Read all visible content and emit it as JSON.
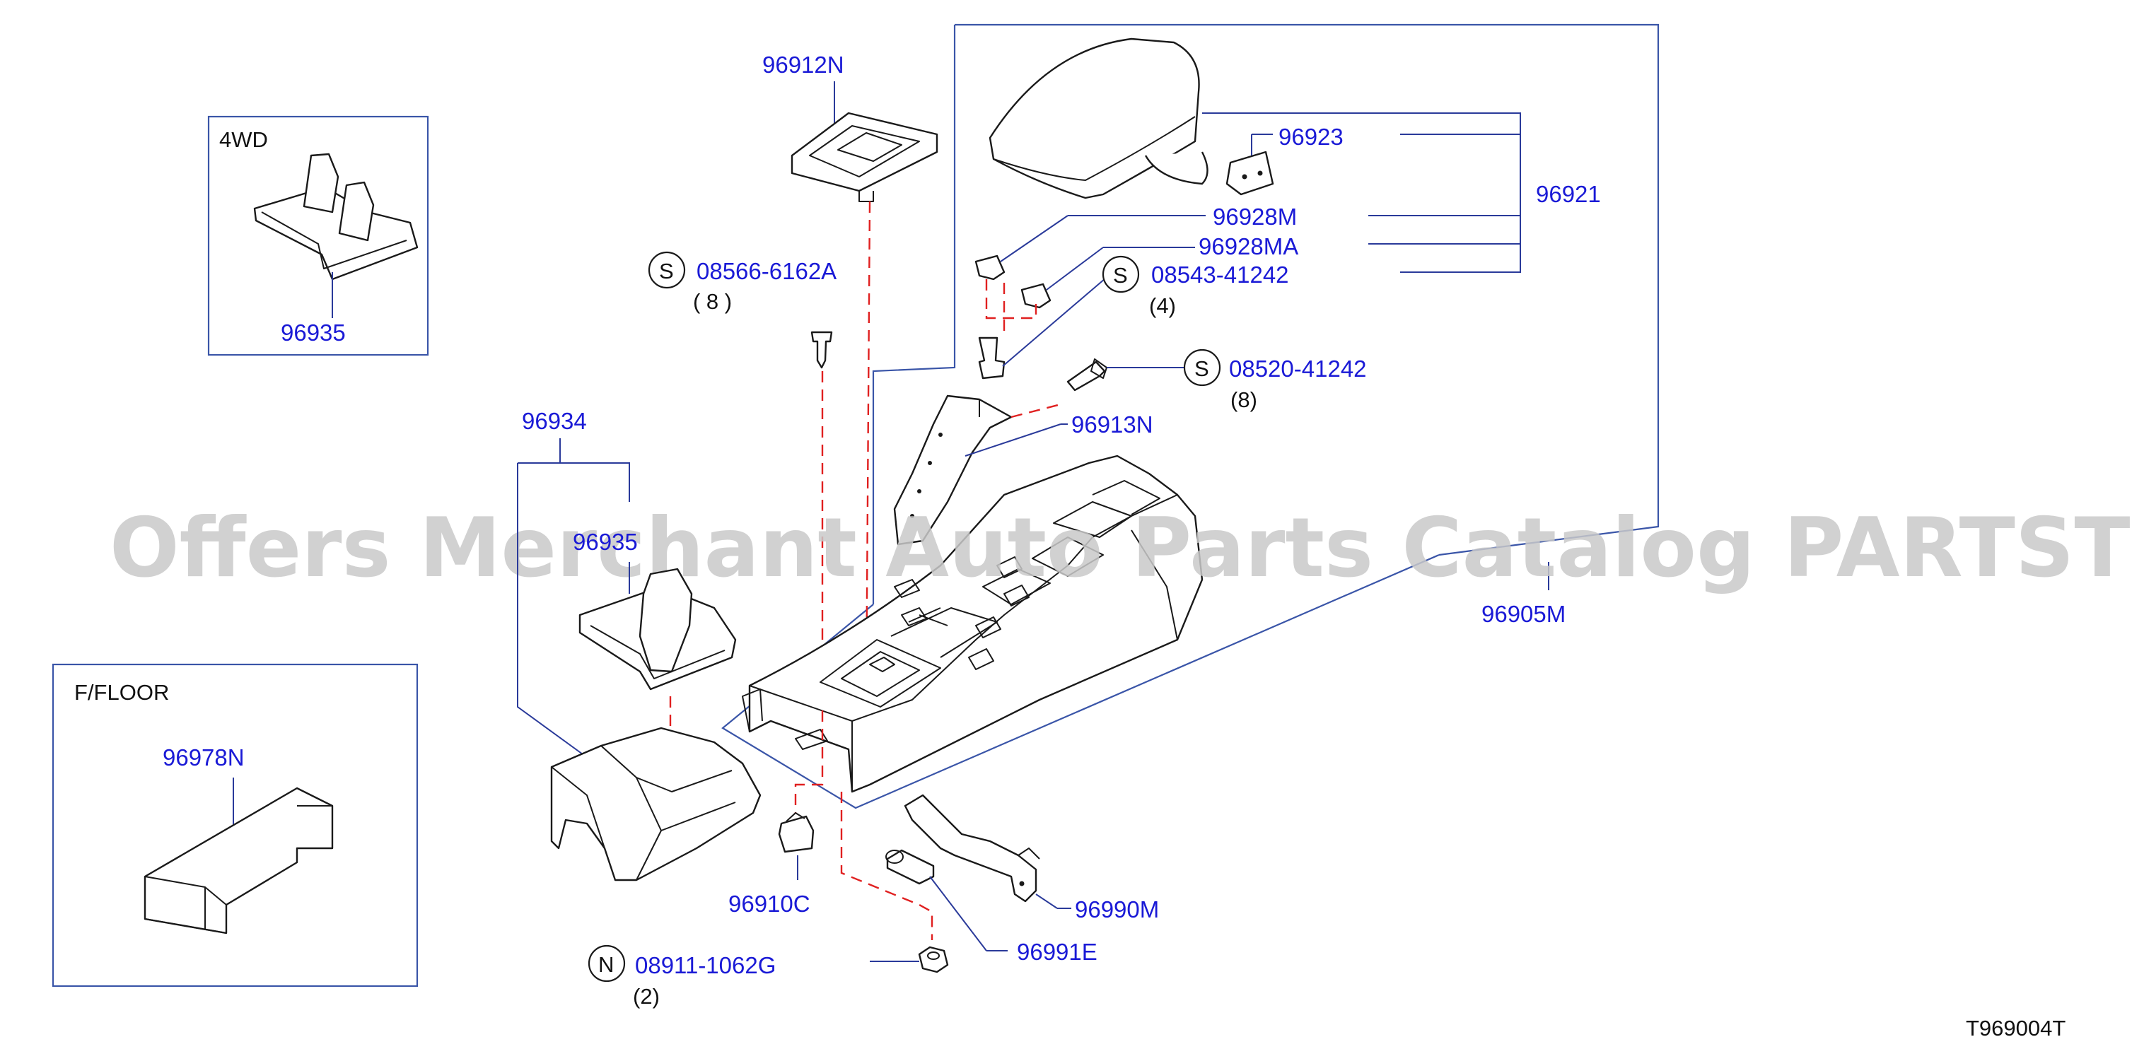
{
  "diagram_code": "T969004T",
  "watermark": "Offers Merchant Auto Parts Catalog PARTSTORE.SA",
  "insets": {
    "four_wd": {
      "title": "4WD",
      "part": "96935"
    },
    "f_floor": {
      "title": "F/FLOOR",
      "part": "96978N"
    }
  },
  "parts": {
    "p96912N": "96912N",
    "p96923": "96923",
    "p96921": "96921",
    "p96928M": "96928M",
    "p96928MA": "96928MA",
    "p96913N": "96913N",
    "p96905M": "96905M",
    "p96934": "96934",
    "p96935_main": "96935",
    "p96910C": "96910C",
    "p96990M": "96990M",
    "p96991E": "96991E"
  },
  "fasteners": {
    "f1": {
      "symbol": "S",
      "part": "08566-6162A",
      "qty": "( 8 )"
    },
    "f2": {
      "symbol": "S",
      "part": "08543-41242",
      "qty": "(4)"
    },
    "f3": {
      "symbol": "S",
      "part": "08520-41242",
      "qty": "(8)"
    },
    "f4": {
      "symbol": "N",
      "part": "08911-1062G",
      "qty": "(2)"
    }
  }
}
